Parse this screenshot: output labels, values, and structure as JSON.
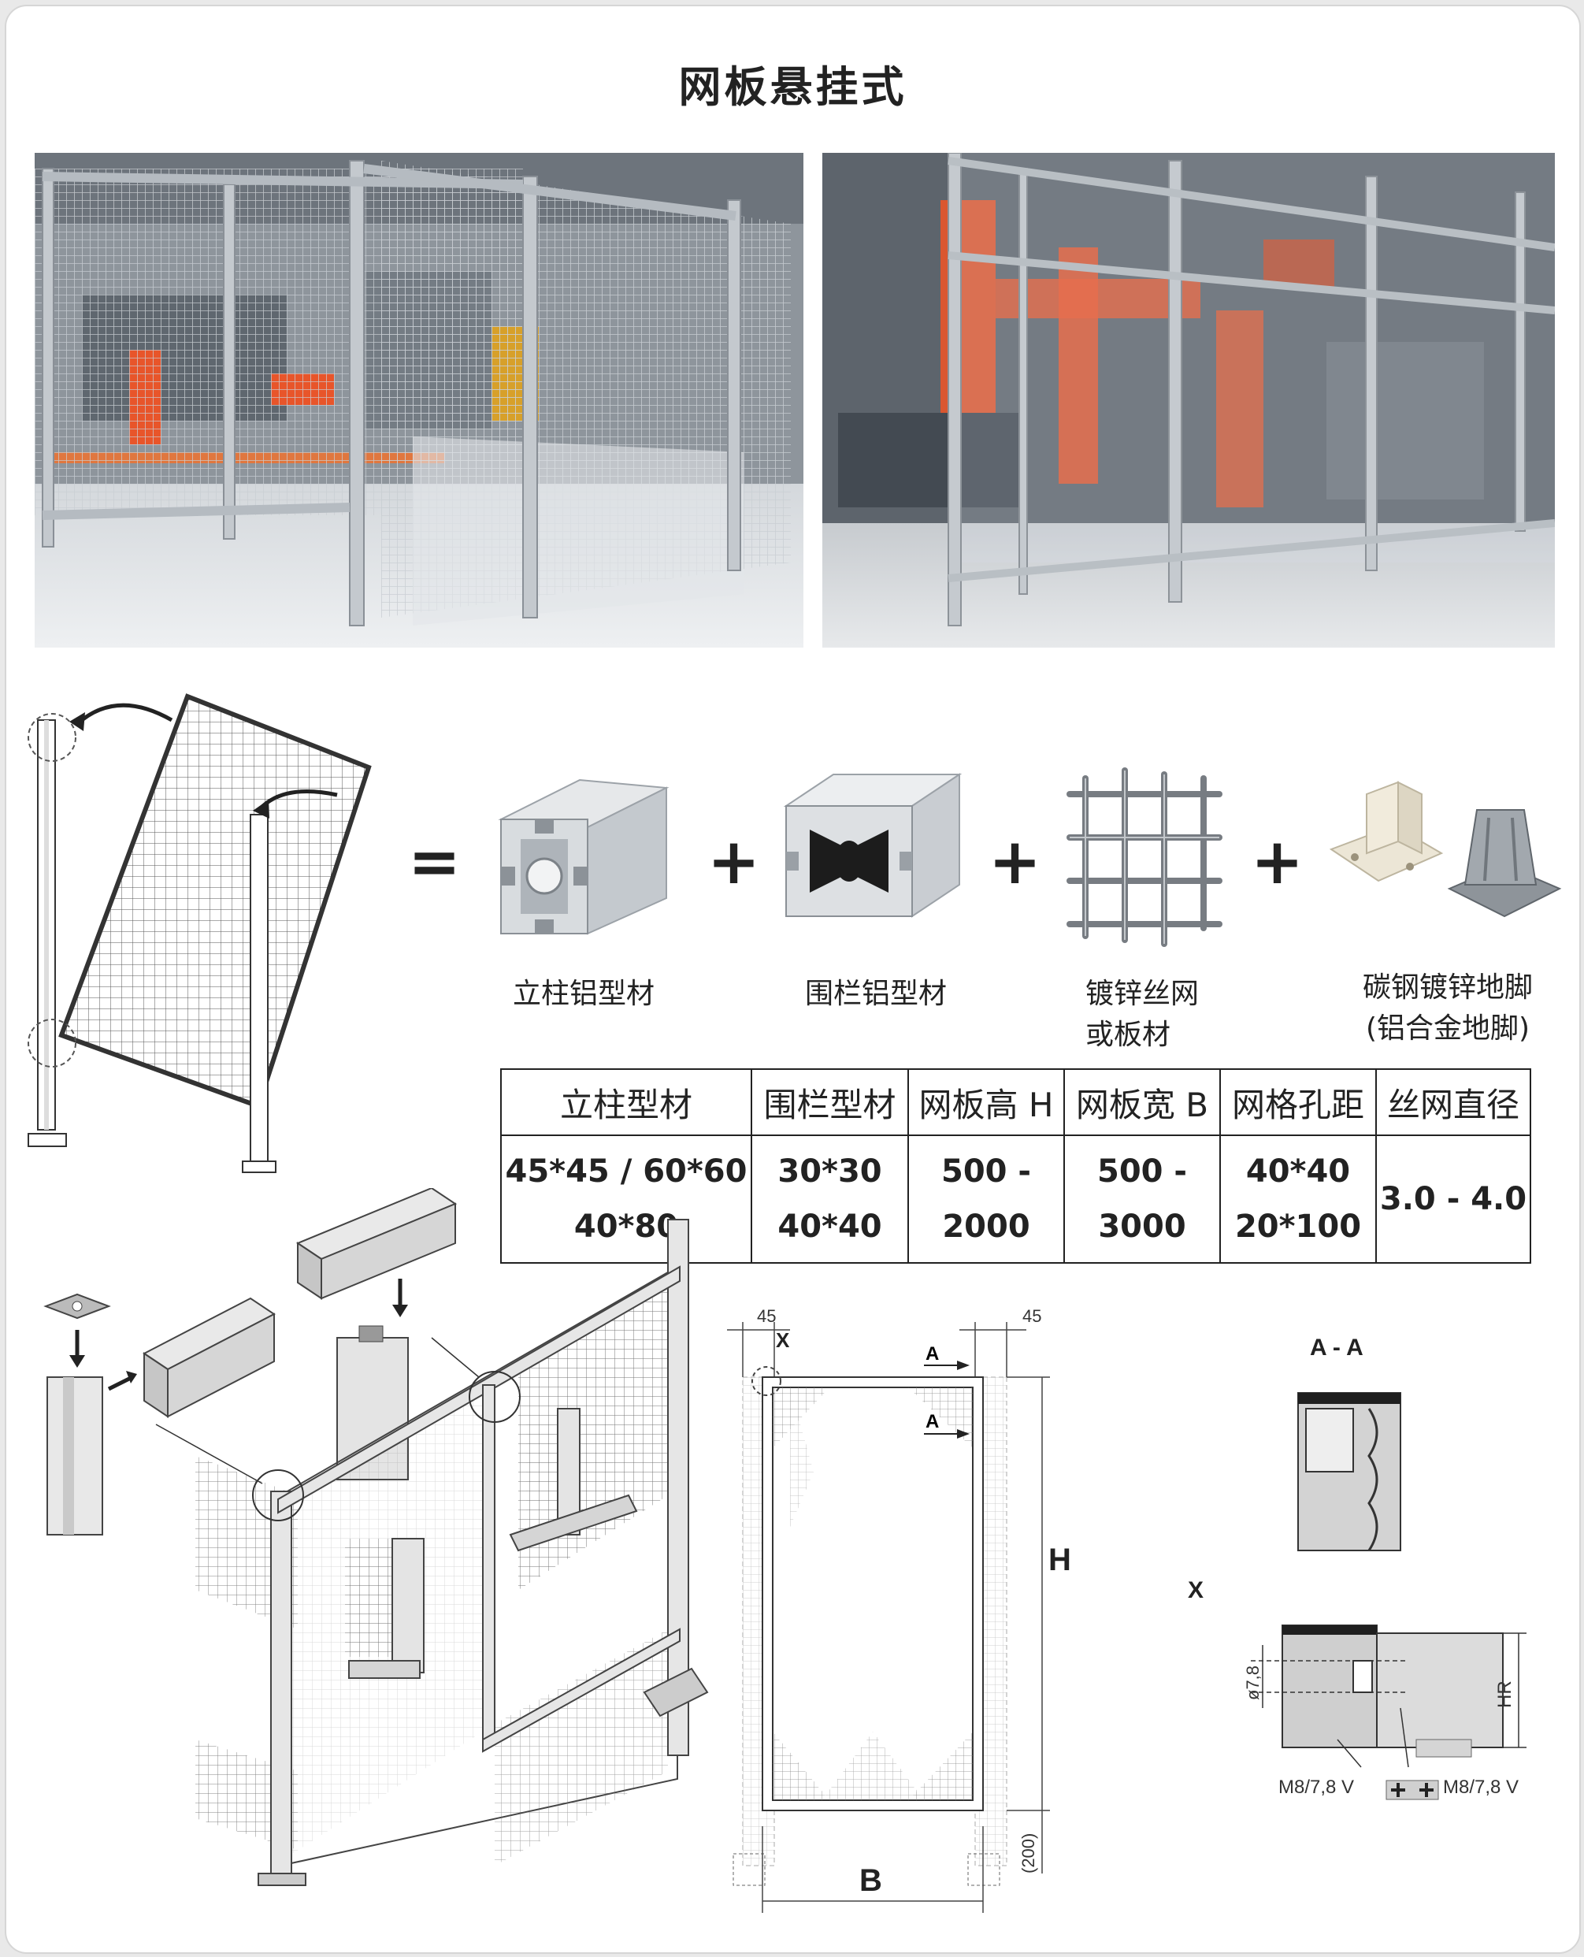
{
  "page": {
    "title": "网板悬挂式"
  },
  "components": [
    {
      "label_line1": "立柱铝型材",
      "label_line2": ""
    },
    {
      "label_line1": "围栏铝型材",
      "label_line2": ""
    },
    {
      "label_line1": "镀锌丝网",
      "label_line2": "或板材"
    },
    {
      "label_line1": "碳钢镀锌地脚",
      "label_line2": "(铝合金地脚)"
    }
  ],
  "operators": {
    "equals": "=",
    "plus": "+"
  },
  "spec_table": {
    "headers": [
      "立柱型材",
      "围栏型材",
      "网板高 H",
      "网板宽 B",
      "网格孔距",
      "丝网直径"
    ],
    "values": [
      {
        "line1": "45*45 / 60*60",
        "line2": "40*80"
      },
      {
        "line1": "30*30",
        "line2": "40*40"
      },
      {
        "line1": "500 -",
        "line2": "2000"
      },
      {
        "line1": "500 -",
        "line2": "3000"
      },
      {
        "line1": "40*40",
        "line2": "20*100"
      },
      {
        "line1": "3.0 - 4.0",
        "line2": ""
      }
    ]
  },
  "drawing": {
    "dim_left": "45",
    "dim_right": "45",
    "detail_x_mark": "X",
    "section_a": "A",
    "height_label": "H",
    "width_label": "B",
    "foot_dim": "(200)",
    "section_title": "A - A",
    "detail_title": "X",
    "diameter_label": "ø7,8",
    "hr_label": "HR",
    "bolt_left": "M8/7,8 V",
    "bolt_right": "M8/7,8 V"
  },
  "colors": {
    "accent": "#e8552a",
    "frame": "#b9bec3",
    "line": "#333333"
  }
}
